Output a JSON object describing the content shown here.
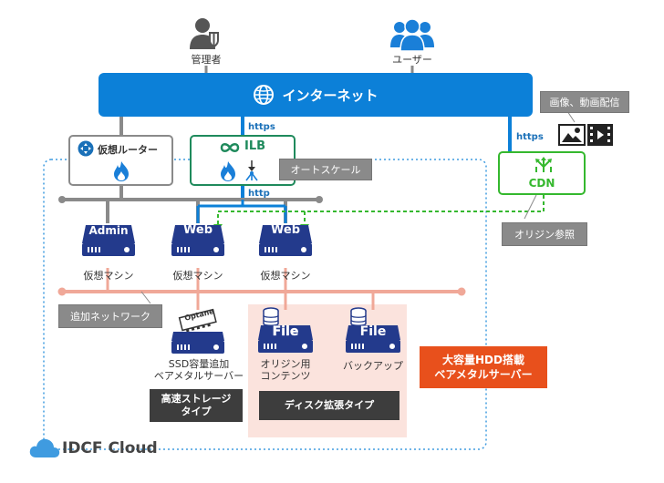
{
  "actors": {
    "admin_label": "管理者",
    "users_label": "ユーザー"
  },
  "internet": {
    "label": "インターネット"
  },
  "protocols": {
    "https_left": "https",
    "https_right": "https",
    "http": "http"
  },
  "router": {
    "label": "仮想ルーター"
  },
  "ilb": {
    "label": "ILB"
  },
  "autoscale": {
    "label": "オートスケール"
  },
  "cdn": {
    "label": "CDN"
  },
  "media": {
    "label": "画像、動画配信"
  },
  "origin_ref": {
    "label": "オリジン参照"
  },
  "vms": [
    {
      "tag": "Admin",
      "label": "仮想マシン"
    },
    {
      "tag": "Web",
      "label": "仮想マシン"
    },
    {
      "tag": "Web",
      "label": "仮想マシン"
    }
  ],
  "add_network": {
    "label": "追加ネットワーク"
  },
  "ssd_server": {
    "tag": "Optane",
    "line1": "SSD容量追加",
    "line2": "ベアメタルサーバー"
  },
  "fast_storage": {
    "line1": "高速ストレージ",
    "line2": "タイプ"
  },
  "file_servers": [
    {
      "tag": "File",
      "line1": "オリジン用",
      "line2": "コンテンツ"
    },
    {
      "tag": "File",
      "line1": "バックアップ",
      "line2": ""
    }
  ],
  "disk_type": {
    "label": "ディスク拡張タイプ"
  },
  "hdd_callout": {
    "line1": "大容量HDD搭載",
    "line2": "ベアメタルサーバー"
  },
  "brand": {
    "label": "IDCF Cloud"
  },
  "colors": {
    "internet_blue": "#0c80d8",
    "router_grey": "#8a8a8a",
    "ilb_green": "#1f8a5c",
    "cdn_green": "#35b82e",
    "server_navy": "#233a8c",
    "salmon_line": "#f0a898",
    "salmon_bg": "#fbe3dd",
    "callout_orange": "#e8501c",
    "cloud_blue": "#3f9be0"
  }
}
